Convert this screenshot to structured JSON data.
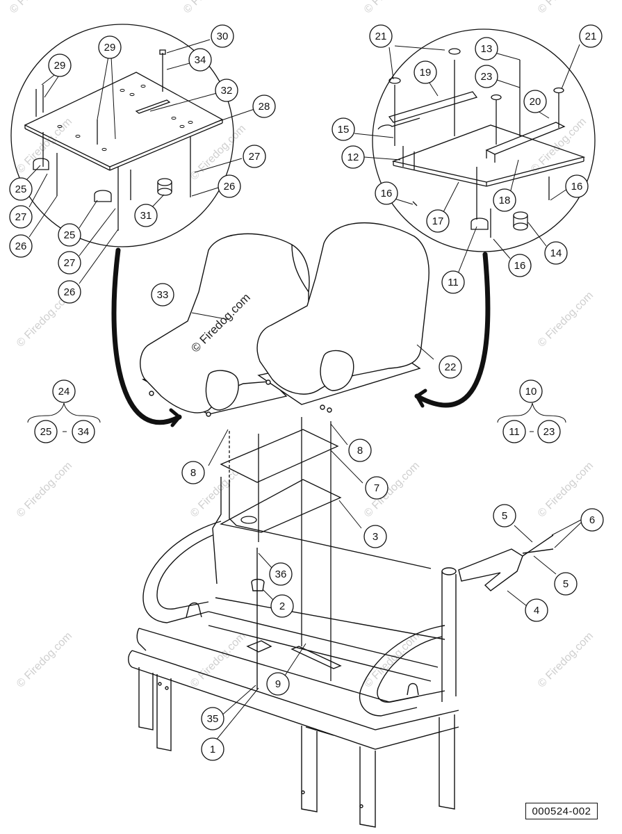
{
  "watermark": "© Firedog.com",
  "drawing_code": "000524-002",
  "callouts": {
    "c1": "1",
    "c2": "2",
    "c3": "3",
    "c4": "4",
    "c5a": "5",
    "c5b": "5",
    "c6": "6",
    "c7": "7",
    "c8a": "8",
    "c8b": "8",
    "c9": "9",
    "c10": "10",
    "c11": "11",
    "c11b": "11",
    "c12": "12",
    "c13": "13",
    "c14": "14",
    "c15": "15",
    "c16a": "16",
    "c16b": "16",
    "c16c": "16",
    "c17": "17",
    "c18": "18",
    "c19": "19",
    "c20": "20",
    "c21a": "21",
    "c21b": "21",
    "c22": "22",
    "c23": "23",
    "c23b": "23",
    "c24": "24",
    "c25a": "25",
    "c25b": "25",
    "c25c": "25",
    "c26a": "26",
    "c26b": "26",
    "c26c": "26",
    "c27a": "27",
    "c27b": "27",
    "c27c": "27",
    "c28": "28",
    "c29a": "29",
    "c29b": "29",
    "c30": "30",
    "c31": "31",
    "c32": "32",
    "c33": "33",
    "c34": "34",
    "c34b": "34",
    "c35": "35",
    "c36": "36"
  }
}
